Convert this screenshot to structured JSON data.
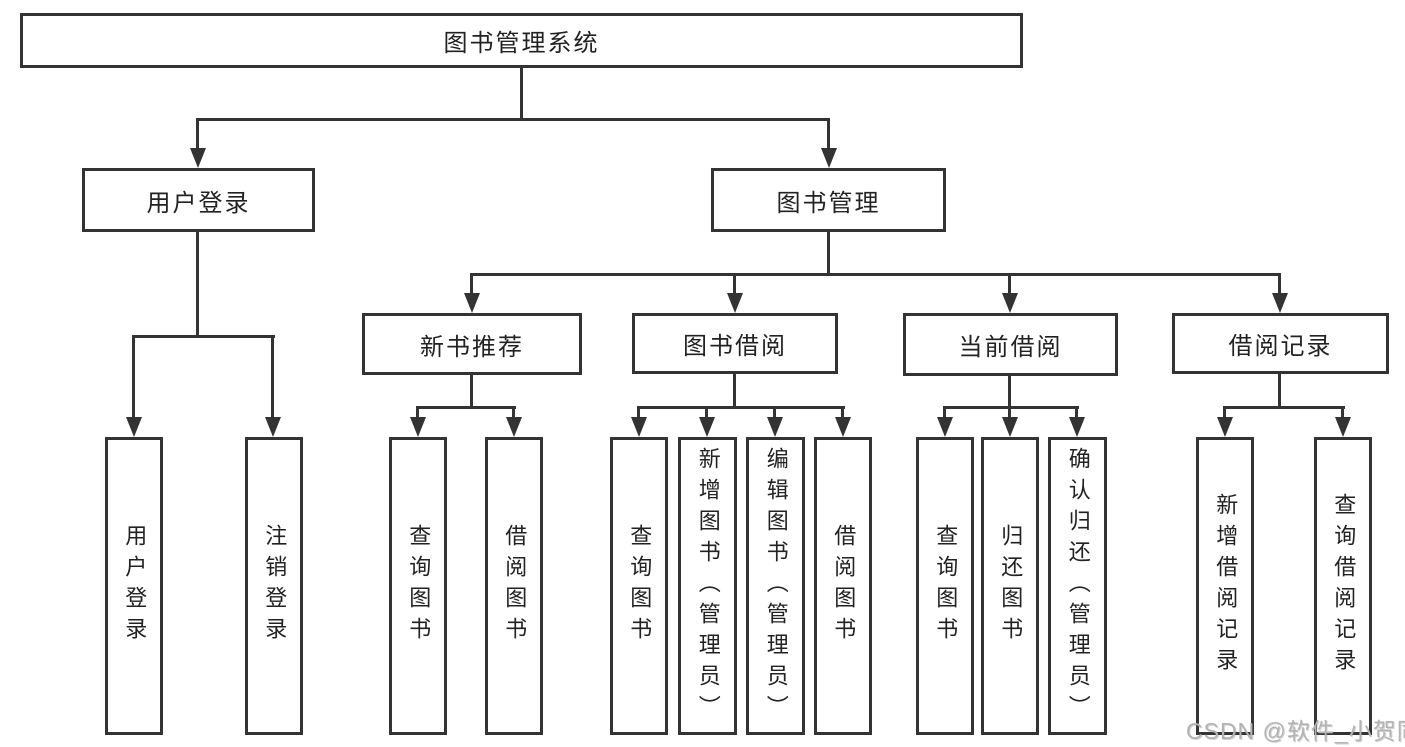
{
  "colors": {
    "line": "#333333",
    "text": "#222222",
    "watermark": "#b3b3b3",
    "background": "#ffffff"
  },
  "nodes": {
    "root": "图书管理系统",
    "user_login": "用户登录",
    "book_management": "图书管理",
    "new_book_recommend": "新书推荐",
    "book_borrowing": "图书借阅",
    "current_borrowing": "当前借阅",
    "borrowing_records": "借阅记录",
    "leaf_user_login": "用户登录",
    "leaf_logout": "注销登录",
    "nb_query_books": "查询图书",
    "nb_borrow_books": "借阅图书",
    "bb_query_books": "查询图书",
    "bb_add_books": "新增图书（管理员）",
    "bb_edit_books": "编辑图书（管理员）",
    "bb_borrow_books": "借阅图书",
    "cb_query_books": "查询图书",
    "cb_return_books": "归还图书",
    "cb_confirm_return": "确认归还（管理员）",
    "br_add_record": "新增借阅记录",
    "br_query_record": "查询借阅记录"
  },
  "watermark": {
    "text": "CSDN @软件_小贺同学"
  }
}
